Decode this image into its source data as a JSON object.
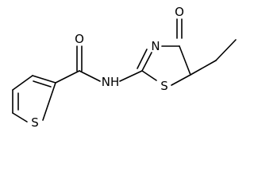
{
  "molecule": {
    "atom_labels": {
      "amide_oxygen": "O",
      "ring_carbonyl_oxygen": "O",
      "ring_nitrogen": "N",
      "amide_nitrogen": "NH",
      "thiazolone_sulfur": "S",
      "thiophene_sulfur": "S"
    }
  }
}
